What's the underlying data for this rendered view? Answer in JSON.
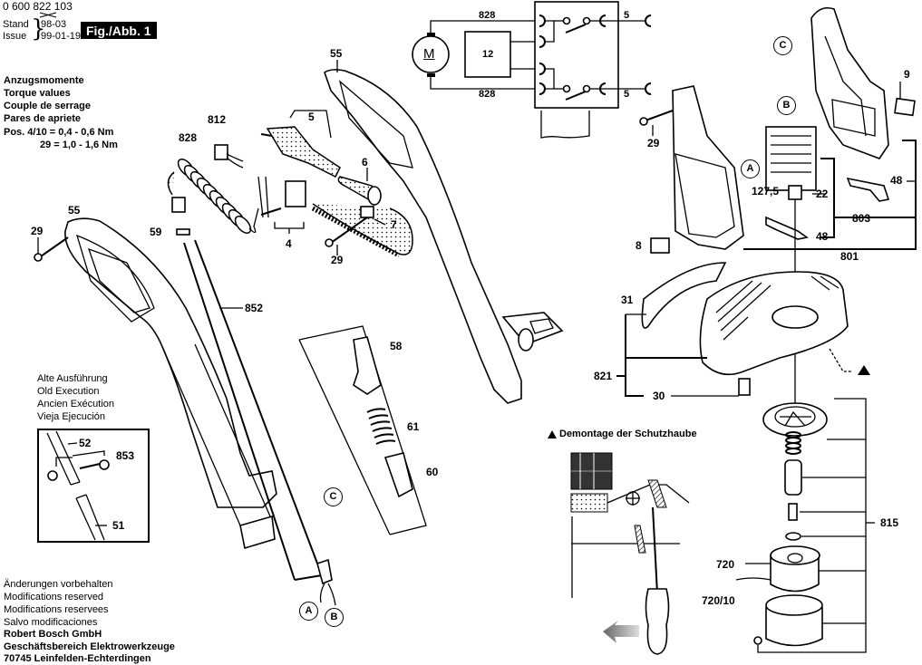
{
  "header": {
    "part_number": "0 600 822 103",
    "stand_label": "Stand",
    "issue_label": "Issue",
    "stand_old_date": "98-03",
    "issue_date": "99-01-19",
    "figure_title": "Fig./Abb. 1"
  },
  "torque": {
    "lines": [
      "Anzugsmomente",
      "Torque values",
      "Couple de serrage",
      "Pares de apriete"
    ],
    "spec1": "Pos. 4/10 = 0,4 - 0,6 Nm",
    "spec2": "29 = 1,0 - 1,6 Nm"
  },
  "old_execution": {
    "lines": [
      "Alte Ausführung",
      "Old Execution",
      "Ancien Exécution",
      "Vieja Ejecución"
    ]
  },
  "footer": {
    "lines": [
      "Änderungen vorbehalten",
      "Modifications reserved",
      "Modifications reservees",
      "Salvo modificaciones"
    ],
    "company": "Robert Bosch GmbH",
    "division": "Geschäftsbereich Elektrowerkzeuge",
    "address": "70745 Leinfelden-Echterdingen"
  },
  "wiring": {
    "motor_symbol": "M",
    "box_label": "12",
    "wire_top": "828",
    "wire_bottom": "828",
    "out_top": "5",
    "out_bottom": "5"
  },
  "removal_note": "Demontage der Schutzhaube",
  "part_labels": {
    "p55_top": "55",
    "p812": "812",
    "p5": "5",
    "p828": "828",
    "p6": "6",
    "p7": "7",
    "p4": "4",
    "p29_mid": "29",
    "p59": "59",
    "p55_left": "55",
    "p29_left": "29",
    "p852": "852",
    "p58": "58",
    "p61": "61",
    "p60": "60",
    "p52": "52",
    "p853": "853",
    "p51": "51",
    "p29_right": "29",
    "p9": "9",
    "p127_5": "127,5",
    "p22": "22",
    "p48_top": "48",
    "p48_bottom": "48",
    "p803": "803",
    "p8": "8",
    "p801": "801",
    "p31": "31",
    "p821": "821",
    "p30": "30",
    "p815": "815",
    "p720": "720",
    "p720_10": "720/10"
  },
  "callouts": {
    "A": "A",
    "B": "B",
    "C": "C"
  }
}
